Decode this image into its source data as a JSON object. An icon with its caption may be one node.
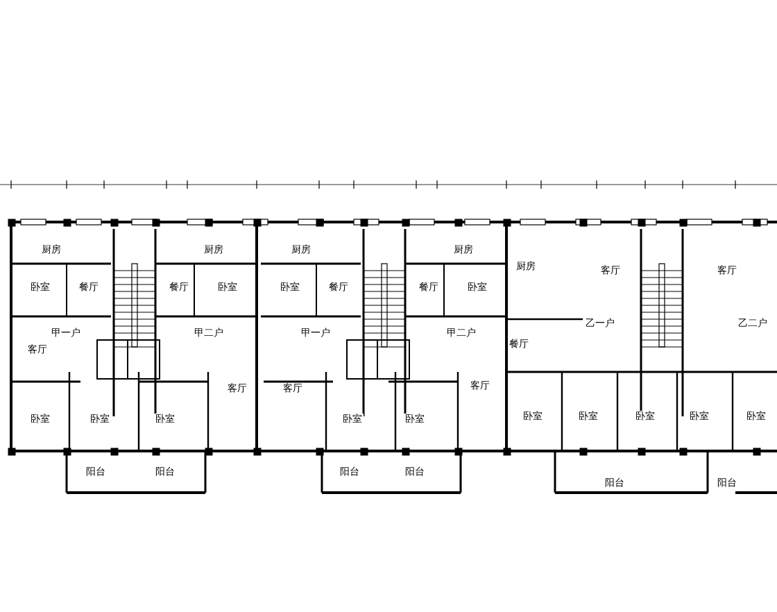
{
  "diagram": {
    "labels": [
      "厨房",
      "厨房",
      "厨房",
      "厨房",
      "厨房",
      "客厅",
      "客厅",
      "卧室",
      "餐厅",
      "餐厅",
      "卧室",
      "卧室",
      "餐厅",
      "餐厅",
      "卧室",
      "乙一户",
      "乙二户",
      "甲一户",
      "甲二户",
      "甲一户",
      "甲二户",
      "餐厅",
      "客厅",
      "客厅",
      "客厅",
      "客厅",
      "卧室",
      "卧室",
      "卧室",
      "卧室",
      "卧室",
      "卧室",
      "卧室",
      "卧室",
      "卧室",
      "卧室",
      "阳台",
      "阳台",
      "阳台",
      "阳台",
      "阳台",
      "阳台"
    ]
  }
}
